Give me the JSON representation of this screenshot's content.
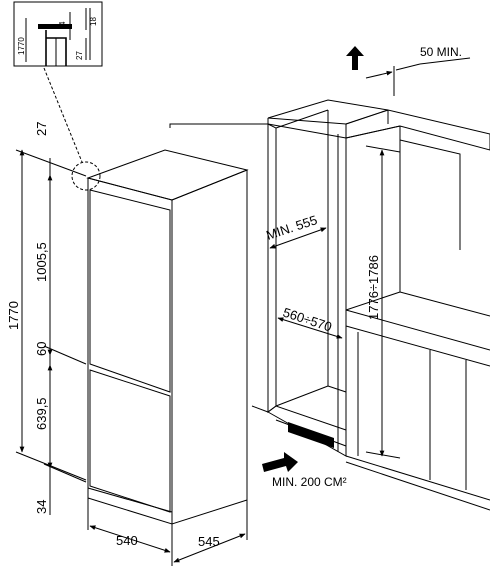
{
  "inset": {
    "labels": {
      "height": "1770",
      "top": "4",
      "gap": "18",
      "side": "27"
    }
  },
  "appliance": {
    "total_height": "1770",
    "top_gap": "27",
    "upper_door": "1005,5",
    "middle_gap": "60",
    "lower_door": "639,5",
    "bottom_gap": "34",
    "width": "540",
    "depth": "545"
  },
  "niche": {
    "top_clearance": "50 MIN.",
    "min_depth": "MIN. 555",
    "width": "560÷570",
    "height": "1776÷1786",
    "ventilation": "MIN. 200 CM²"
  }
}
